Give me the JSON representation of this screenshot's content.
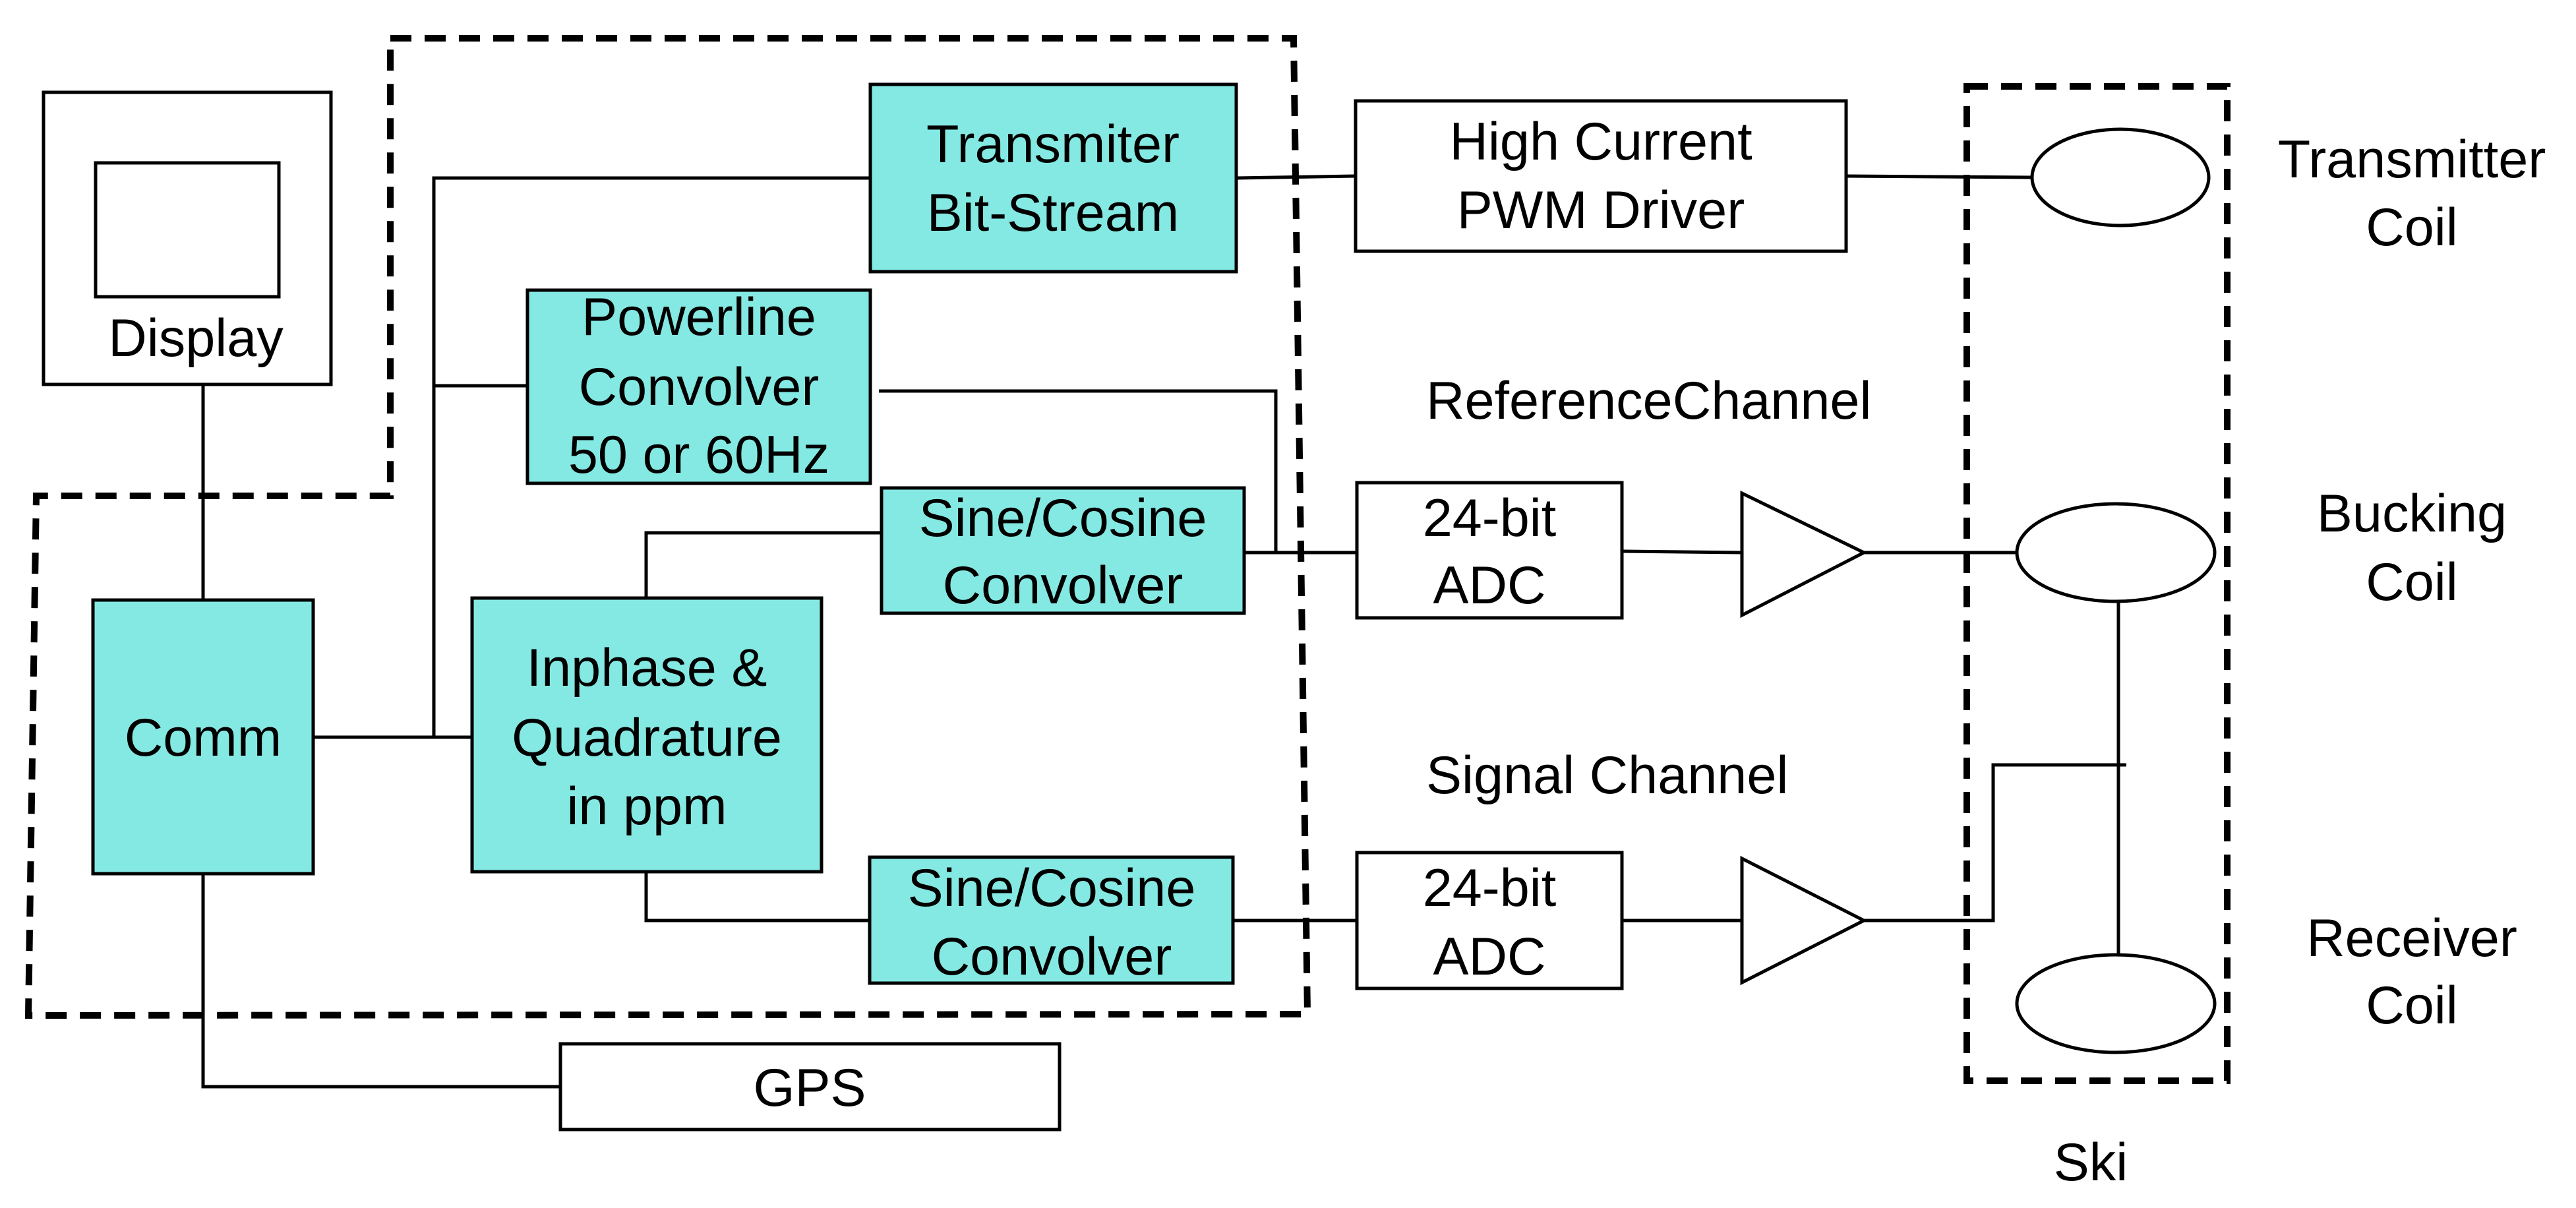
{
  "colors": {
    "teal_block": "#85e9e3",
    "white_block": "#ffffff",
    "stroke": "#000000"
  },
  "blocks": {
    "display": {
      "label": "Display"
    },
    "transmitter_bitstream": {
      "line1": "Transmiter",
      "line2": "Bit-Stream"
    },
    "powerline_convolver": {
      "line1": "Powerline",
      "line2": "Convolver",
      "line3": "50 or 60Hz"
    },
    "pwm_driver": {
      "line1": "High Current",
      "line2": "PWM Driver"
    },
    "sine_cos_ref": {
      "line1": "Sine/Cosine",
      "line2": "Convolver"
    },
    "sine_cos_sig": {
      "line1": "Sine/Cosine",
      "line2": "Convolver"
    },
    "adc_ref": {
      "line1": "24-bit",
      "line2": "ADC"
    },
    "adc_sig": {
      "line1": "24-bit",
      "line2": "ADC"
    },
    "comm": {
      "label": "Comm"
    },
    "iq": {
      "line1": "Inphase &",
      "line2": "Quadrature",
      "line3": "in ppm"
    },
    "gps": {
      "label": "GPS"
    }
  },
  "labels": {
    "reference_channel": "ReferenceChannel",
    "signal_channel": "Signal Channel",
    "transmitter_coil": {
      "line1": "Transmitter",
      "line2": "Coil"
    },
    "bucking_coil": {
      "line1": "Bucking",
      "line2": "Coil"
    },
    "receiver_coil": {
      "line1": "Receiver",
      "line2": "Coil"
    },
    "ski": "Ski"
  }
}
